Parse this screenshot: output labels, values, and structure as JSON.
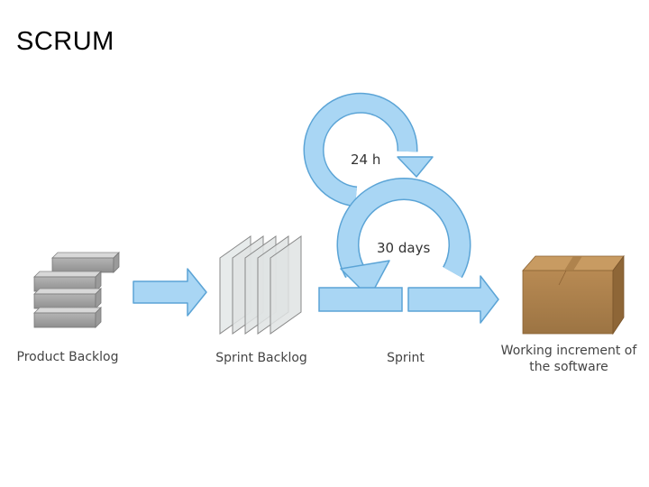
{
  "title": "SCRUM",
  "stages": [
    {
      "id": "product-backlog",
      "label": "Product Backlog"
    },
    {
      "id": "sprint-backlog",
      "label": "Sprint Backlog"
    },
    {
      "id": "sprint",
      "label": "Sprint"
    },
    {
      "id": "increment",
      "label": "Working increment of the software"
    }
  ],
  "cycles": {
    "daily": "24 h",
    "sprint": "30 days"
  },
  "colors": {
    "arrow_fill": "#a9d6f4",
    "arrow_stroke": "#5ba4d6",
    "box_fill": "#b5874f",
    "block_fill": "#a8a8a8",
    "sheet_fill": "#dfe3e3"
  }
}
